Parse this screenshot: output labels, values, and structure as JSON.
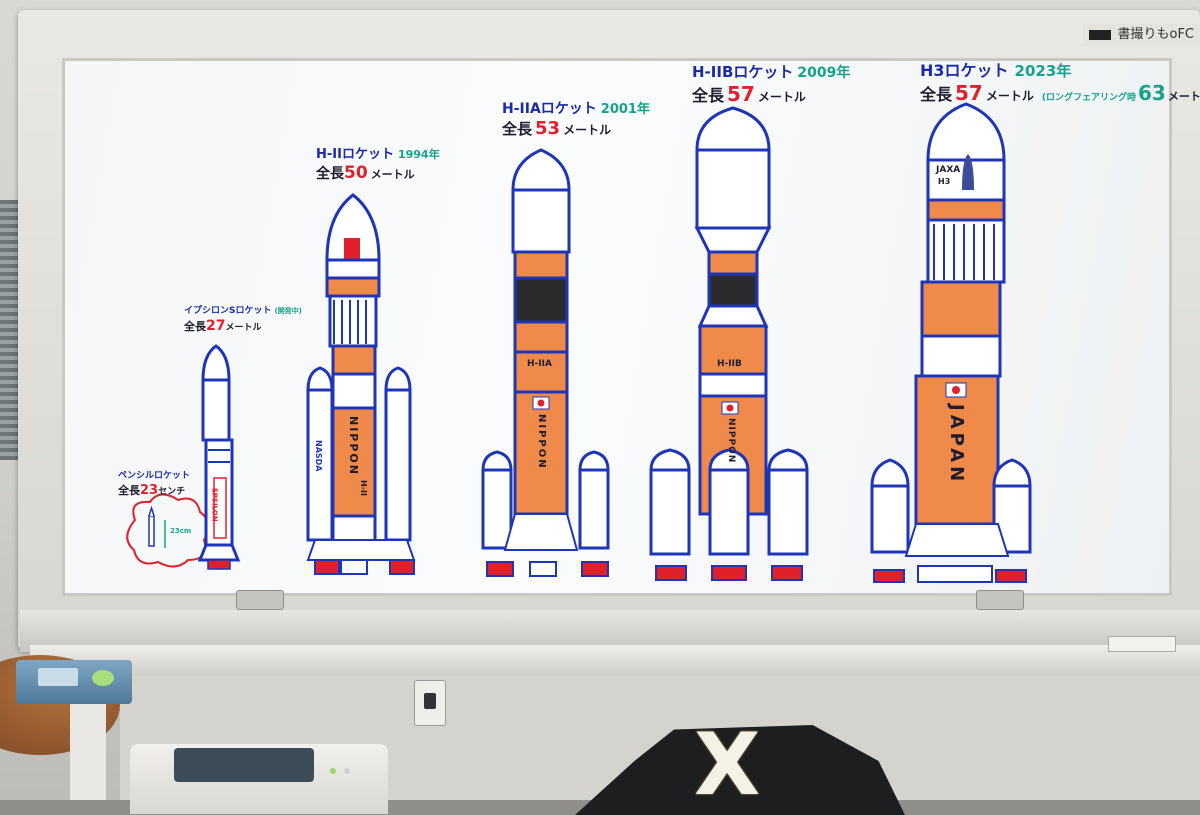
{
  "brand": {
    "text": "書撮りもoFC"
  },
  "rockets": [
    {
      "id": "pencil",
      "title": "ペンシルロケット",
      "year": "",
      "length_label": "全長",
      "length_value": "23",
      "unit": "センチ",
      "note_in_bubble": "23cm"
    },
    {
      "id": "epsilon",
      "title": "イプシロンSロケット",
      "year": "(開発中)",
      "length_label": "全長",
      "length_value": "27",
      "unit": "メートル",
      "body_text": "EPSILON"
    },
    {
      "id": "h2",
      "title": "H-IIロケット",
      "year": "1994年",
      "length_label": "全長",
      "length_value": "50",
      "unit": "メートル",
      "body_text": "NIPPON",
      "body_text_2": "H-II",
      "booster_text": "NASDA"
    },
    {
      "id": "h2a",
      "title": "H-IIAロケット",
      "year": "2001年",
      "length_label": "全長",
      "length_value": "53",
      "unit": "メートル",
      "body_text": "NIPPON",
      "stage_text": "H-IIA"
    },
    {
      "id": "h2b",
      "title": "H-IIBロケット",
      "year": "2009年",
      "length_label": "全長",
      "length_value": "57",
      "unit": "メートル",
      "body_text": "NIPPON",
      "stage_text": "H-IIB"
    },
    {
      "id": "h3",
      "title": "H3ロケット",
      "year": "2023年",
      "length_label": "全長",
      "length_value": "57",
      "unit": "メートル",
      "extra_note": "(ロングフェアリング時",
      "extra_value": "63",
      "extra_unit": "メートル)",
      "body_text": "JAPAN",
      "fairing_text": "JAXA",
      "fairing_text_2": "H3"
    }
  ],
  "colors": {
    "ink_blue": "#1f35b8",
    "orange": "#ef8a4a",
    "red": "#e0212c",
    "green": "#15a38d"
  },
  "objects": {
    "x_box_label": "X"
  }
}
